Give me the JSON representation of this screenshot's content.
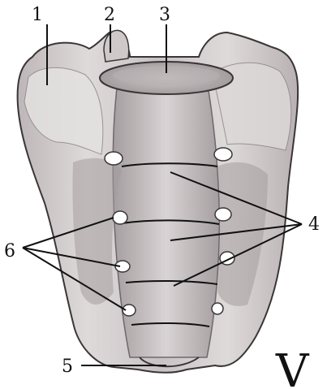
{
  "figure": {
    "panel_letter": "V",
    "labels": [
      {
        "id": "1",
        "text": "1"
      },
      {
        "id": "2",
        "text": "2"
      },
      {
        "id": "3",
        "text": "3"
      },
      {
        "id": "4",
        "text": "4"
      },
      {
        "id": "5",
        "text": "5"
      },
      {
        "id": "6",
        "text": "6"
      }
    ]
  },
  "colors": {
    "bone_light": "#e9e6e6",
    "bone_mid": "#c9c3c5",
    "bone_dark": "#8f878a",
    "outline": "#3b3537",
    "foramen": "#ffffff",
    "ink": "#111111"
  }
}
